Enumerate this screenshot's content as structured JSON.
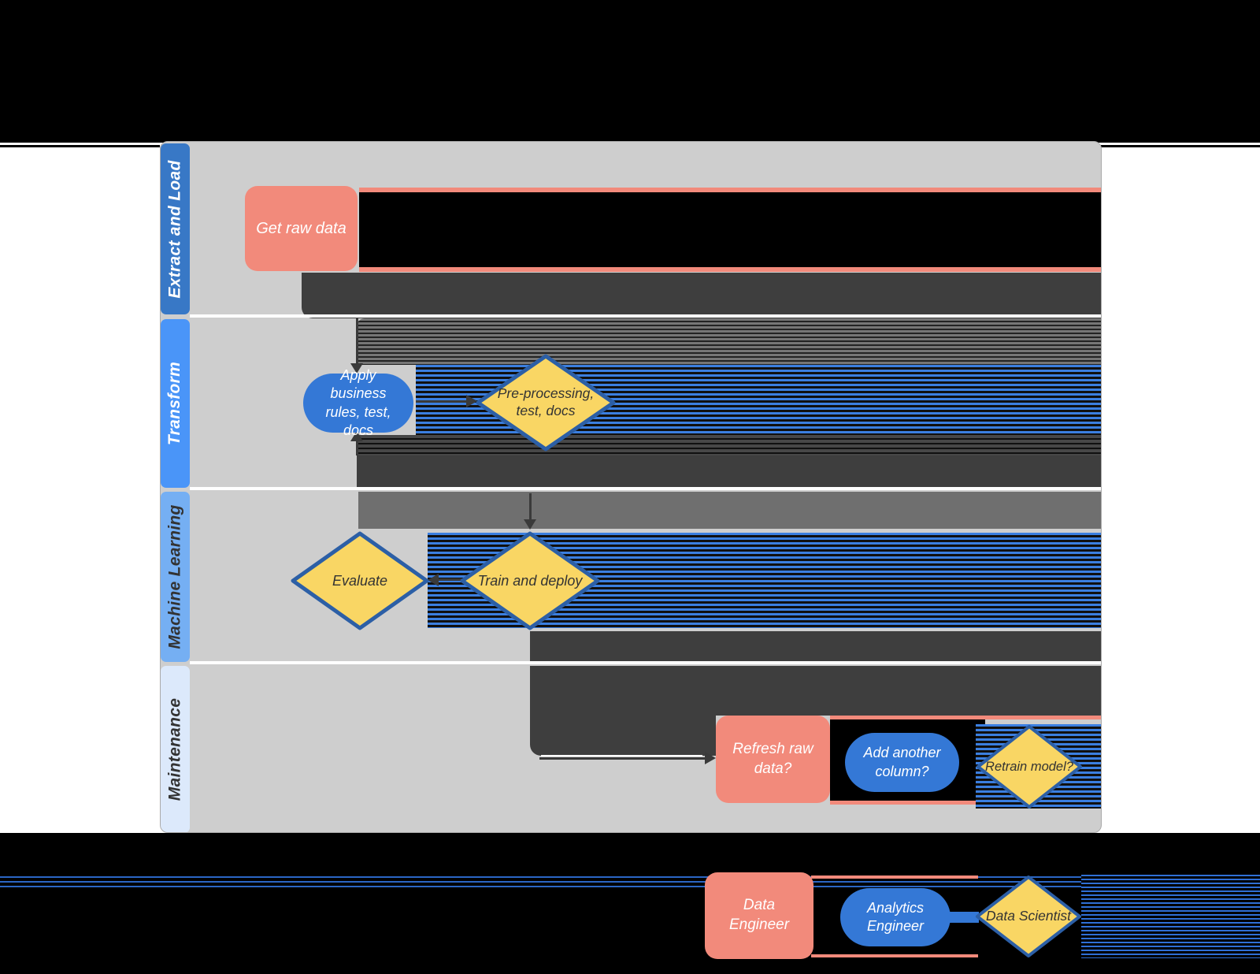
{
  "colors": {
    "salmon": "#F28A7B",
    "blue": "#3478D6",
    "yellow": "#F9D664",
    "yellow_border": "#2C5FA6",
    "canvas_gray": "#CECECE",
    "charcoal": "#3E3E3E",
    "header_extract": "#3878C6",
    "header_transform": "#4A95F8",
    "header_ml": "#75AFF3",
    "header_maintenance": "#DCE9FB"
  },
  "lanes": [
    {
      "label": "Extract and Load"
    },
    {
      "label": "Transform"
    },
    {
      "label": "Machine Learning"
    },
    {
      "label": "Maintenance"
    }
  ],
  "nodes": {
    "get_raw_data": {
      "label": "Get raw data",
      "shape": "rounded-rectangle",
      "color": "salmon"
    },
    "apply_rules": {
      "label": "Apply business rules, test, docs",
      "shape": "pill",
      "color": "blue"
    },
    "preprocessing": {
      "label": "Pre-processing, test, docs",
      "shape": "diamond",
      "color": "yellow"
    },
    "evaluate": {
      "label": "Evaluate",
      "shape": "diamond",
      "color": "yellow"
    },
    "train_deploy": {
      "label": "Train and deploy",
      "shape": "diamond",
      "color": "yellow"
    },
    "refresh_raw_data": {
      "label": "Refresh raw data?",
      "shape": "rounded-rectangle",
      "color": "salmon"
    },
    "add_column": {
      "label": "Add another column?",
      "shape": "pill",
      "color": "blue"
    },
    "retrain_model": {
      "label": "Retrain model?",
      "shape": "diamond",
      "color": "yellow"
    }
  },
  "edge_labels": {
    "train_to_refresh": "???"
  },
  "legend": {
    "data_engineer": {
      "label": "Data Engineer",
      "shape": "rounded-rectangle",
      "color": "salmon"
    },
    "analytics_engineer": {
      "label": "Analytics Engineer",
      "shape": "pill",
      "color": "blue"
    },
    "data_scientist": {
      "label": "Data Scientist",
      "shape": "diamond",
      "color": "yellow"
    }
  }
}
